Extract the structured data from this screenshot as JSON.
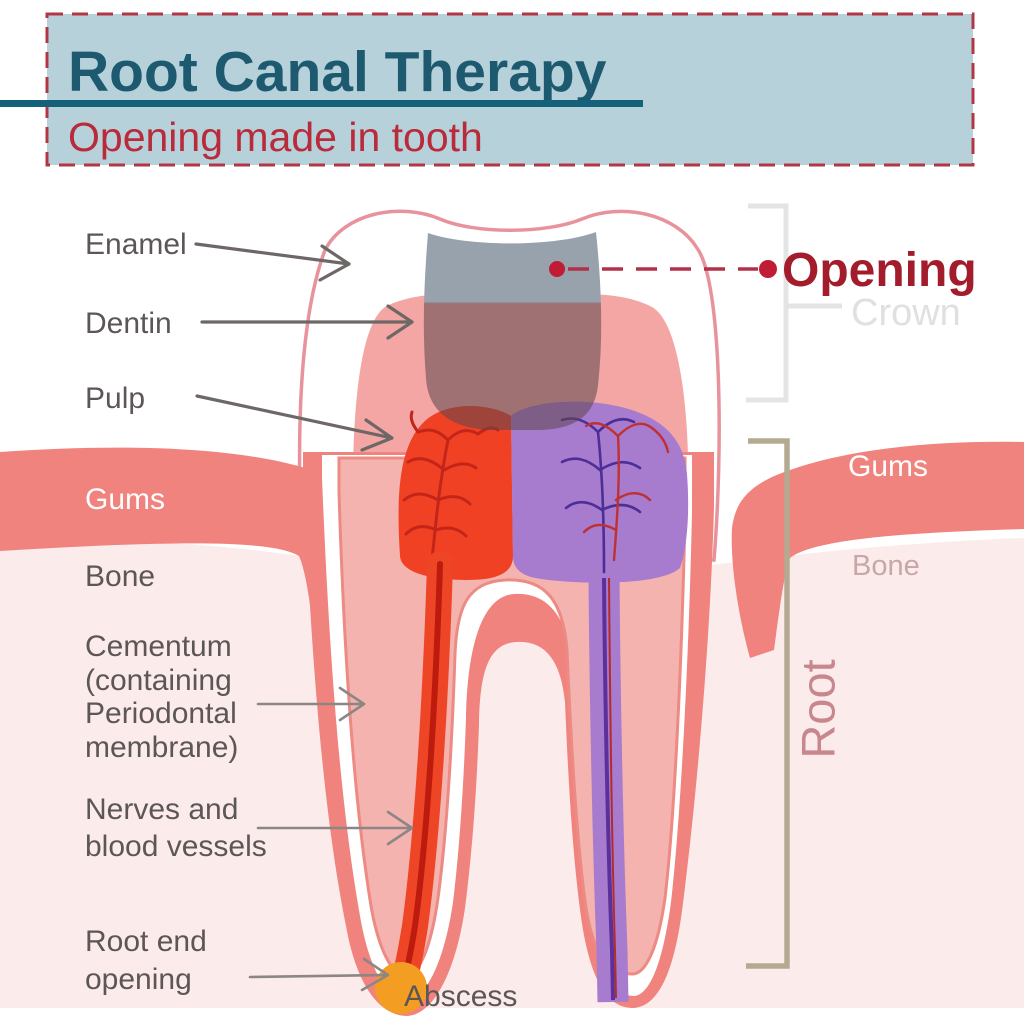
{
  "header": {
    "title": "Root Canal Therapy",
    "subtitle": "Opening made in tooth",
    "box_bg": "#b6d1da",
    "box_border": "#b23745",
    "title_color": "#1d5a70",
    "subtitle_color": "#b92a3a",
    "underline_color": "#15607b"
  },
  "diagram": {
    "labels": {
      "enamel": "Enamel",
      "dentin": "Dentin",
      "pulp": "Pulp",
      "gums_left": "Gums",
      "bone_left": "Bone",
      "cementum_lines": [
        "Cementum",
        "(containing",
        "Periodontal",
        "membrane)"
      ],
      "nerves_lines": [
        "Nerves and",
        "blood vessels"
      ],
      "root_end_lines": [
        "Root end",
        "opening"
      ],
      "abscess": "Abscess",
      "opening": "Opening",
      "crown": "Crown",
      "gums_right": "Gums",
      "bone_right": "Bone",
      "root": "Root"
    },
    "colors": {
      "bone": "#fbeceb",
      "gums": "#f0837d",
      "dentin_crown": "#f3a6a3",
      "dentin_root": "#f4b3ae",
      "enamel_outline": "#e8939c",
      "opening_gray": "#98a2ad",
      "pulp_red": "#f04124",
      "pulp_purple": "#a77bce",
      "vessel_red": "#c32619",
      "vessel_purple": "#4c2e97",
      "canal_red_core": "#bd1b0e",
      "canal_purple_core": "#5c309a",
      "abscess_orange": "#f39d22",
      "label_gray": "#5d5656",
      "arrow_dark": "#6e6767",
      "arrow_light": "#8c8686",
      "crown_bracket": "#e4e4e4",
      "root_bracket": "#b4aa92",
      "dashed_line": "#b23048",
      "dot_red": "#c01d35",
      "opening_text": "#a31c2c",
      "crown_text": "#e0e0e0",
      "bone_text_right": "#c9a6a8",
      "root_text": "#c8878d",
      "gums_text": "#ffffff"
    }
  }
}
